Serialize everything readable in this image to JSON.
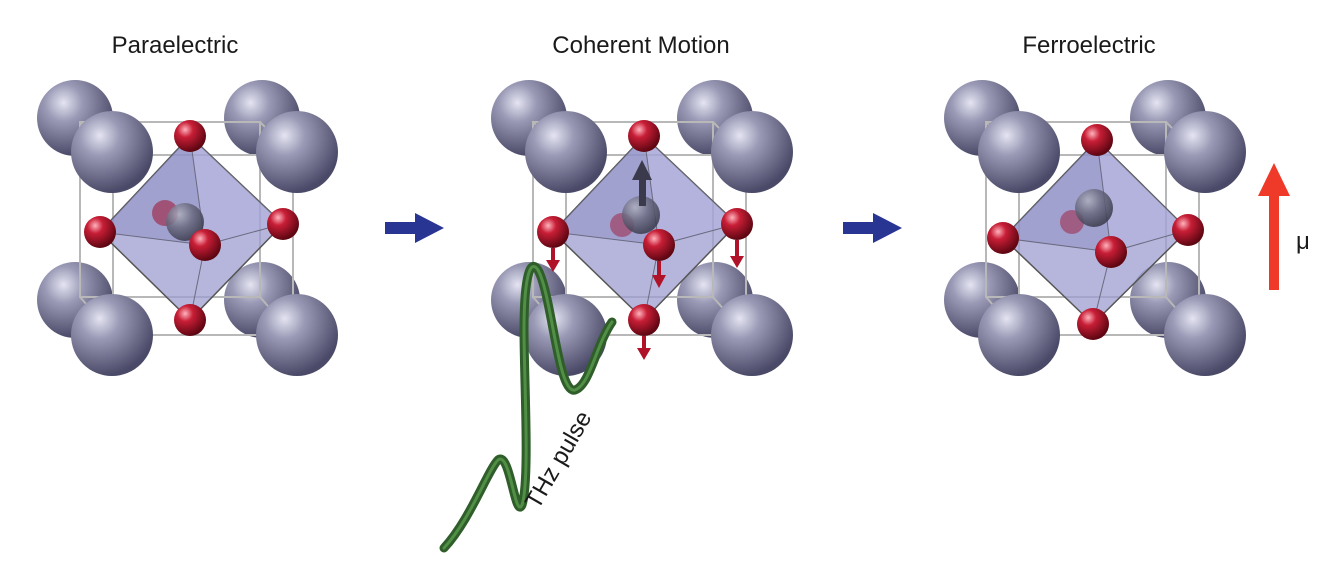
{
  "panels": [
    {
      "title": "Paraelectric"
    },
    {
      "title": "Coherent Motion"
    },
    {
      "title": "Ferroelectric"
    }
  ],
  "pulse_label": "THz pulse",
  "polarization_label": "μ",
  "colors": {
    "a_site": "#8a8aa8",
    "oxygen": "#b0122a",
    "octahedron": "#9d9dd0",
    "transition_arrow": "#283593",
    "polarization_arrow": "#ef3a2a",
    "oxygen_arrow": "#b0122a",
    "pulse": "#3f7a37",
    "cage": "#b8b8b8"
  }
}
